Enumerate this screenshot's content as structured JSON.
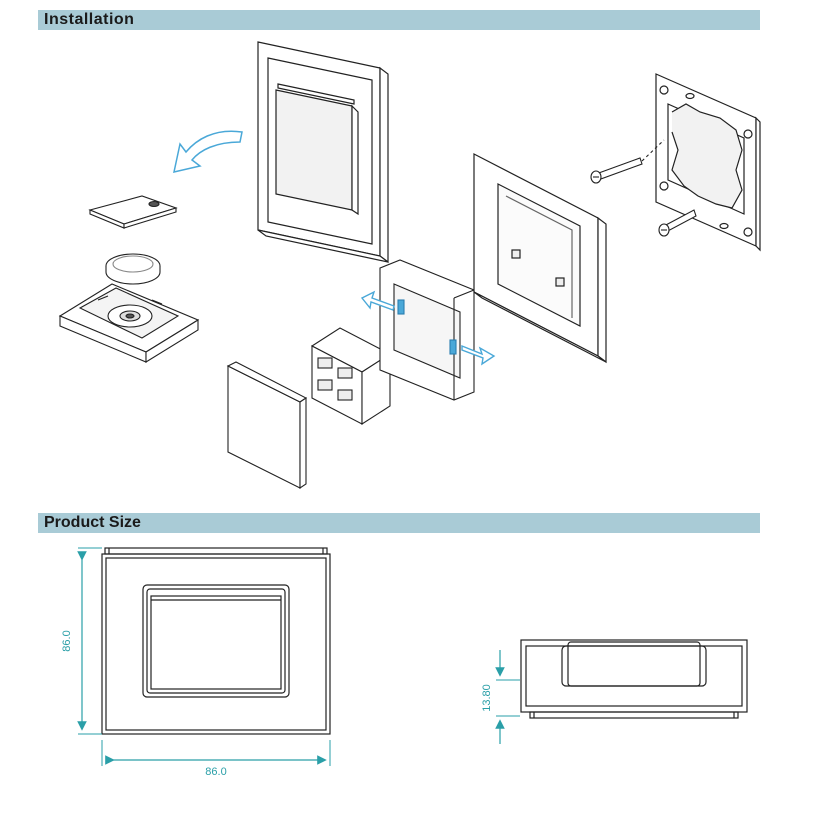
{
  "sections": {
    "installation_title": "Installation",
    "product_size_title": "Product Size"
  },
  "dimensions": {
    "height_label": "86.0",
    "width_label": "86.0",
    "depth_label": "13.80"
  },
  "colors": {
    "section_bar": "#a9cbd6",
    "arrow": "#4aa8d8",
    "dimension": "#2a9fa8",
    "line": "#222222"
  }
}
